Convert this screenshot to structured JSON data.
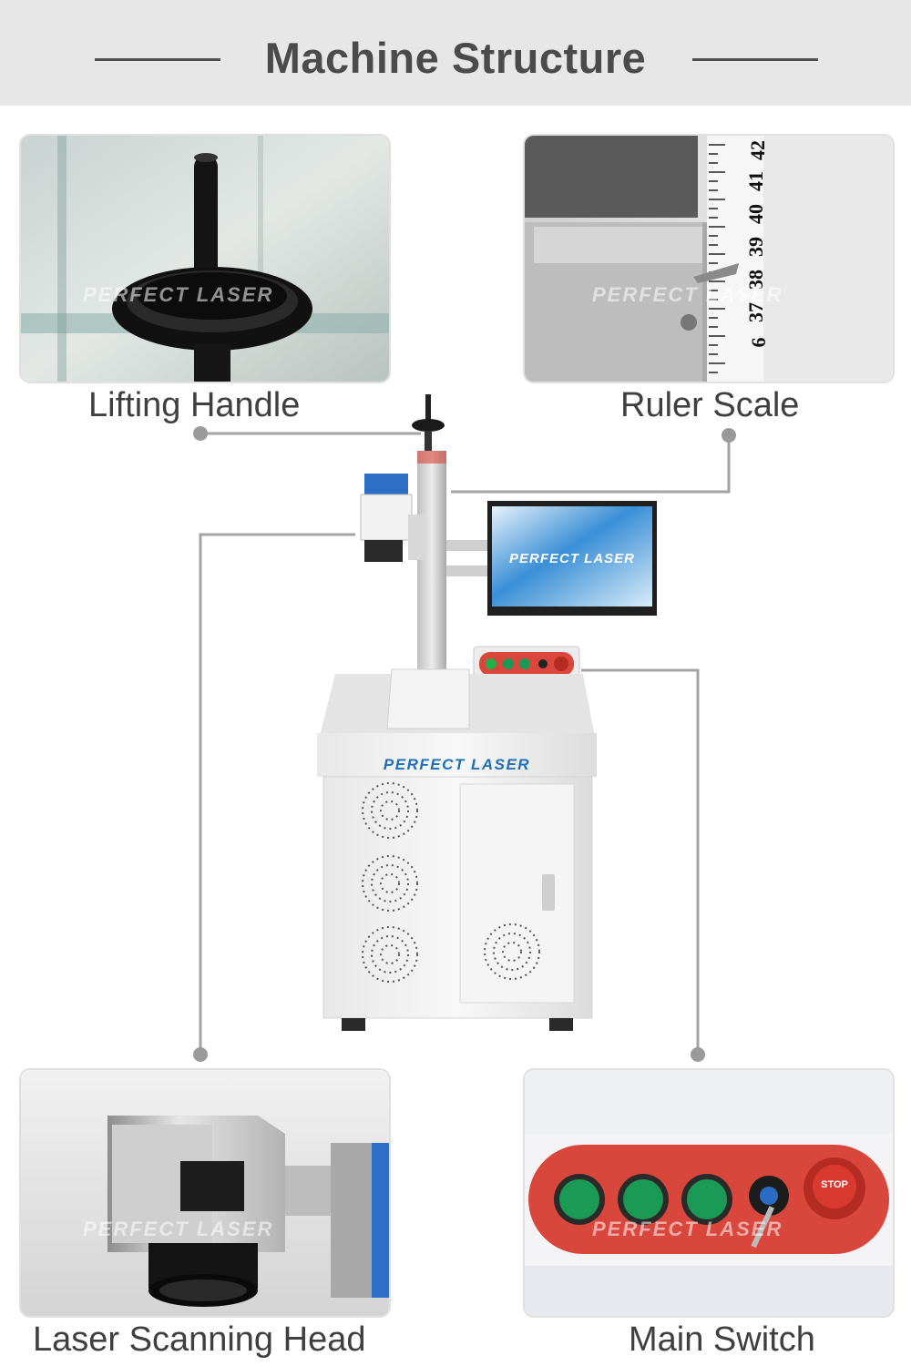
{
  "header": {
    "title": "Machine Structure"
  },
  "brand": {
    "watermark": "PERFECT LASER",
    "name": "PERFECT LASER"
  },
  "features": [
    {
      "id": "lifting-handle",
      "label": "Lifting Handle"
    },
    {
      "id": "ruler-scale",
      "label": "Ruler Scale"
    },
    {
      "id": "laser-scanning-head",
      "label": "Laser Scanning Head"
    },
    {
      "id": "main-switch",
      "label": "Main Switch"
    }
  ],
  "ruler": {
    "numbers": [
      "42",
      "41",
      "40",
      "39",
      "38",
      "37",
      "6"
    ]
  },
  "switch_panel": {
    "stop_label": "STOP"
  },
  "colors": {
    "header_bg": "#e7e7e7",
    "connector": "#9a9a9a",
    "brand_blue": "#1f6fb8",
    "panel_red": "#d9463c",
    "button_green": "#1a9a55"
  }
}
